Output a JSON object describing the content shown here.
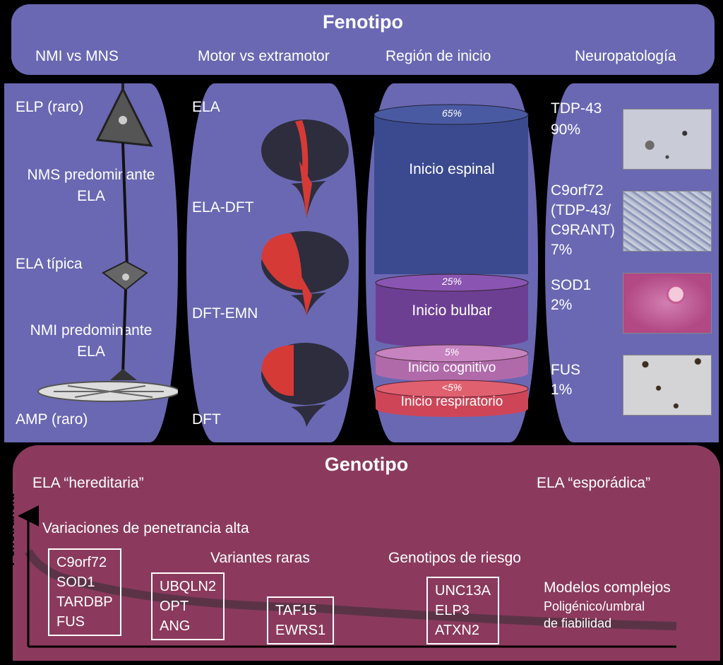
{
  "fenotipo": {
    "title": "Fenotipo",
    "columns": [
      "NMI vs MNS",
      "Motor vs extramotor",
      "Región de inicio",
      "Neuropatología"
    ]
  },
  "neuron_column": {
    "elp": "ELP (raro)",
    "nms_line1": "NMS predominante",
    "nms_line2": "ELA",
    "typical": "ELA típica",
    "nmi_line1": "NMI predominante",
    "nmi_line2": "ELA",
    "amp": "AMP (raro)"
  },
  "brain_column": {
    "labels": [
      "ELA",
      "ELA-DFT",
      "DFT-EMN",
      "DFT"
    ],
    "brain_color": "#2d2d3d",
    "highlight_color": "#d63a36"
  },
  "onset_column": {
    "segments": [
      {
        "percent": "65%",
        "label": "Inicio espinal",
        "color": "#3b4a8e"
      },
      {
        "percent": "25%",
        "label": "Inicio bulbar",
        "color": "#6d3f93"
      },
      {
        "percent": "5%",
        "label": "Inicio cognitivo",
        "color": "#b06aaa"
      },
      {
        "percent": "<5%",
        "label": "Inicio respiratorio",
        "color": "#cf4558"
      }
    ]
  },
  "pathology_column": {
    "items": [
      {
        "lines": [
          "TDP-43",
          "90%"
        ]
      },
      {
        "lines": [
          "C9orf72",
          "(TDP-43/",
          "C9RANT)",
          "7%"
        ]
      },
      {
        "lines": [
          "SOD1",
          "2%"
        ]
      },
      {
        "lines": [
          "FUS",
          "1%"
        ]
      }
    ]
  },
  "genotipo": {
    "title": "Genotipo",
    "left": "ELA “hereditaria”",
    "right": "ELA “esporádica”",
    "y_axis": "Penetrancia",
    "high": "Variaciones de penetrancia alta",
    "rare": "Variantes raras",
    "risk": "Genotipos de riesgo",
    "complex_title": "Modelos complejos",
    "complex_line1": "Poligénico/umbral",
    "complex_line2": "de fiabilidad",
    "box1": [
      "C9orf72",
      "SOD1",
      "TARDBP",
      "FUS"
    ],
    "box2": [
      "UBQLN2",
      "OPT",
      "ANG"
    ],
    "box3": [
      "TAF15",
      "EWRS1"
    ],
    "box4": [
      "UNC13A",
      "ELP3",
      "ATXN2"
    ]
  }
}
